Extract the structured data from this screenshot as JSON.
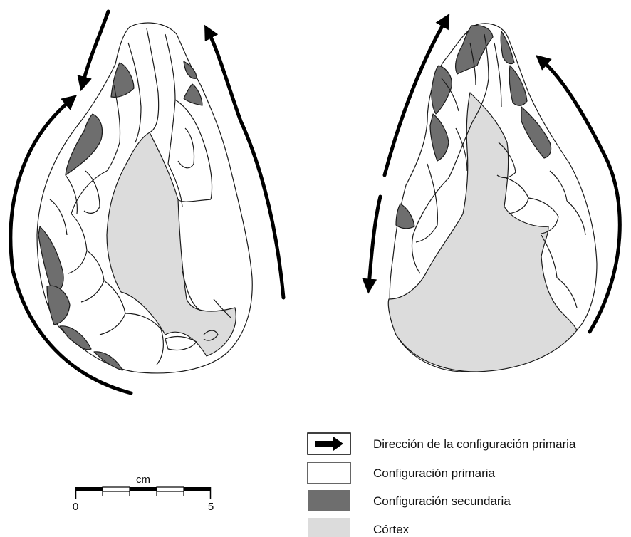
{
  "scale_bar": {
    "unit": "cm",
    "start_label": "0",
    "end_label": "5"
  },
  "legend": {
    "items": [
      {
        "label": "Dirección de la configuración primaria",
        "swatch": "arrow",
        "color": "#000000"
      },
      {
        "label": "Configuración primaria",
        "swatch": "fill",
        "color": "#ffffff"
      },
      {
        "label": "Configuración secundaria",
        "swatch": "fill",
        "color": "#6e6e6e"
      },
      {
        "label": "Córtex",
        "swatch": "fill",
        "color": "#dcdcdc"
      }
    ]
  },
  "colors": {
    "outline": "#1a1a1a",
    "primary": "#ffffff",
    "secondary": "#6e6e6e",
    "cortex": "#dcdcdc",
    "arrow": "#000000"
  }
}
